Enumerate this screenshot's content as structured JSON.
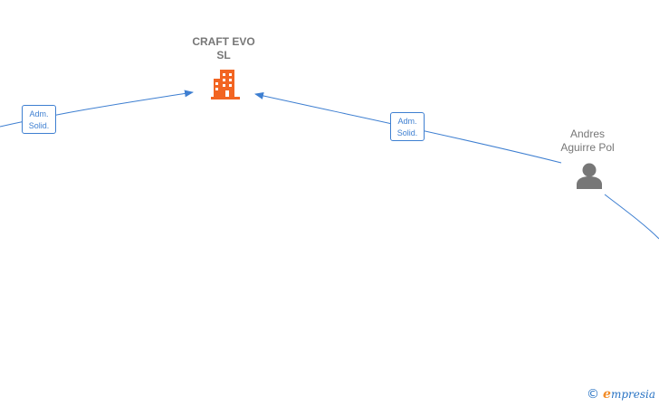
{
  "nodes": {
    "company": {
      "name_line1": "CRAFT EVO",
      "name_line2": "SL",
      "icon": "building-icon",
      "color": "#f26522"
    },
    "person": {
      "name_line1": "Andres",
      "name_line2": "Aguirre Pol",
      "icon": "person-icon",
      "color": "#777777"
    }
  },
  "edges": [
    {
      "label_line1": "Adm.",
      "label_line2": "Solid.",
      "color": "#3e7fd1"
    },
    {
      "label_line1": "Adm.",
      "label_line2": "Solid.",
      "color": "#3e7fd1"
    }
  ],
  "watermark": {
    "symbol": "©",
    "brand_initial": "e",
    "brand_rest": "mpresia"
  }
}
